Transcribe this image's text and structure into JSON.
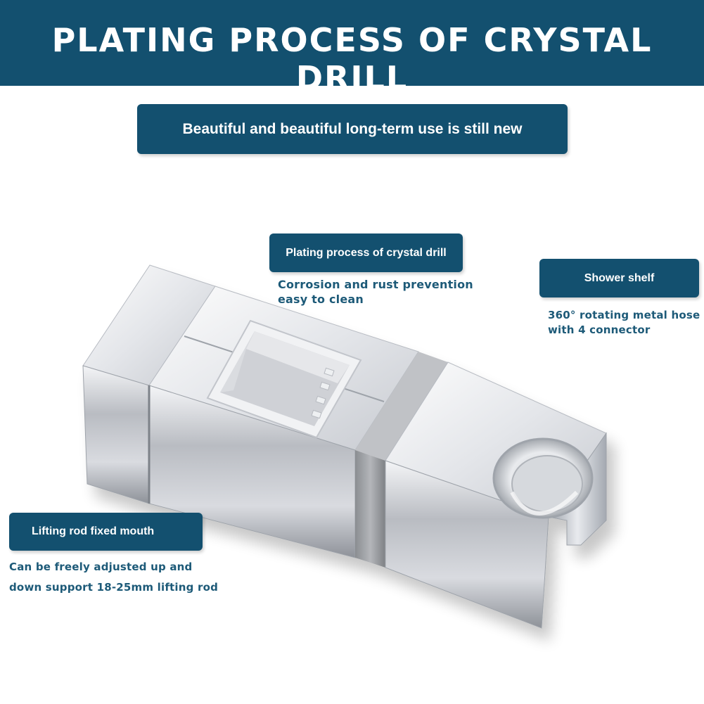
{
  "header": {
    "title": "PLATING PROCESS OF CRYSTAL DRILL"
  },
  "subtitle": "Beautiful and beautiful long-term use is still new",
  "callouts": {
    "plating": {
      "label": "Plating process of crystal drill",
      "lines": [
        "Corrosion and rust prevention",
        "easy to clean"
      ]
    },
    "shelf": {
      "label": "Shower shelf",
      "lines": [
        "360° rotating metal hose",
        "with 4 connector"
      ]
    },
    "rod": {
      "label": "Lifting rod fixed mouth",
      "lines": [
        "Can be freely adjusted up and",
        "down support 18-25mm lifting rod"
      ]
    }
  },
  "colors": {
    "brand": "#13506f",
    "text_accent": "#1d5a78"
  },
  "image": {
    "subject": "chrome-shower-slider-bracket"
  }
}
